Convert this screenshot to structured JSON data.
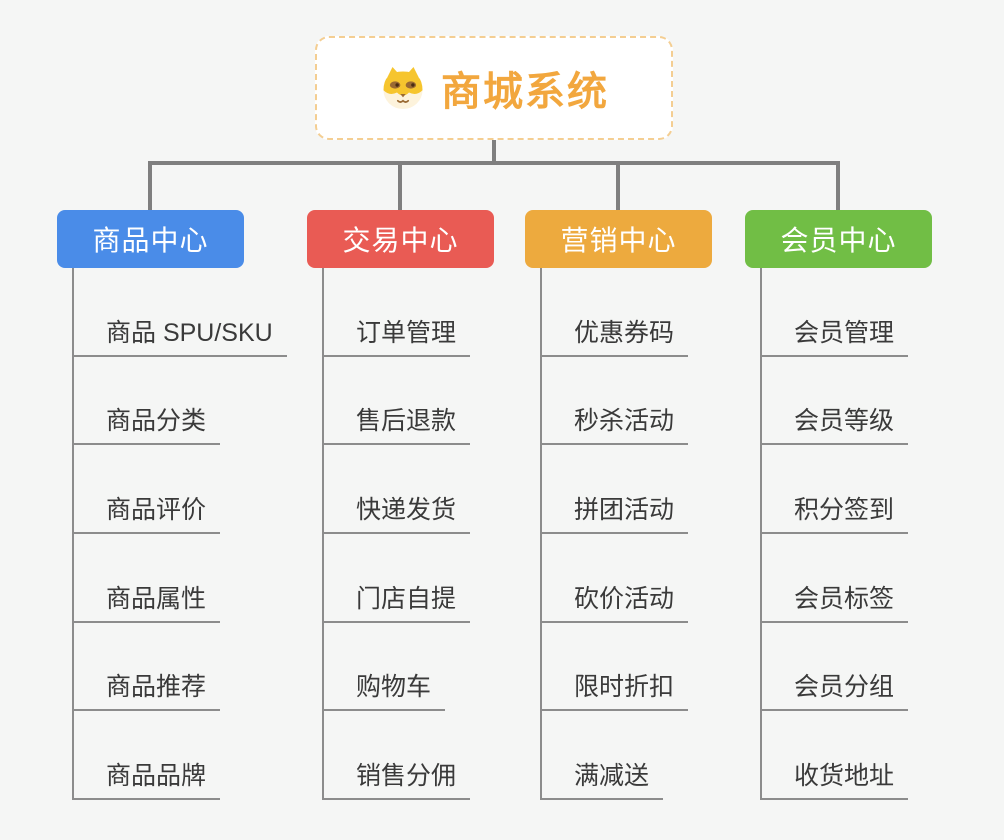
{
  "page": {
    "background": "#F5F6F5",
    "connector_color": "#7F7F7F"
  },
  "root": {
    "title": "商城系统",
    "icon": "dog-face",
    "text_color": "#F2A73E",
    "border_color": "#F4CE92"
  },
  "branches": [
    {
      "label": "商品中心",
      "color": "#4A8CE8",
      "children": [
        "商品 SPU/SKU",
        "商品分类",
        "商品评价",
        "商品属性",
        "商品推荐",
        "商品品牌"
      ]
    },
    {
      "label": "交易中心",
      "color": "#E95B54",
      "children": [
        "订单管理",
        "售后退款",
        "快递发货",
        "门店自提",
        "购物车",
        "销售分佣"
      ]
    },
    {
      "label": "营销中心",
      "color": "#EDAA3E",
      "children": [
        "优惠券码",
        "秒杀活动",
        "拼团活动",
        "砍价活动",
        "限时折扣",
        "满减送"
      ]
    },
    {
      "label": "会员中心",
      "color": "#71BE45",
      "children": [
        "会员管理",
        "会员等级",
        "积分签到",
        "会员标签",
        "会员分组",
        "收货地址"
      ]
    }
  ]
}
